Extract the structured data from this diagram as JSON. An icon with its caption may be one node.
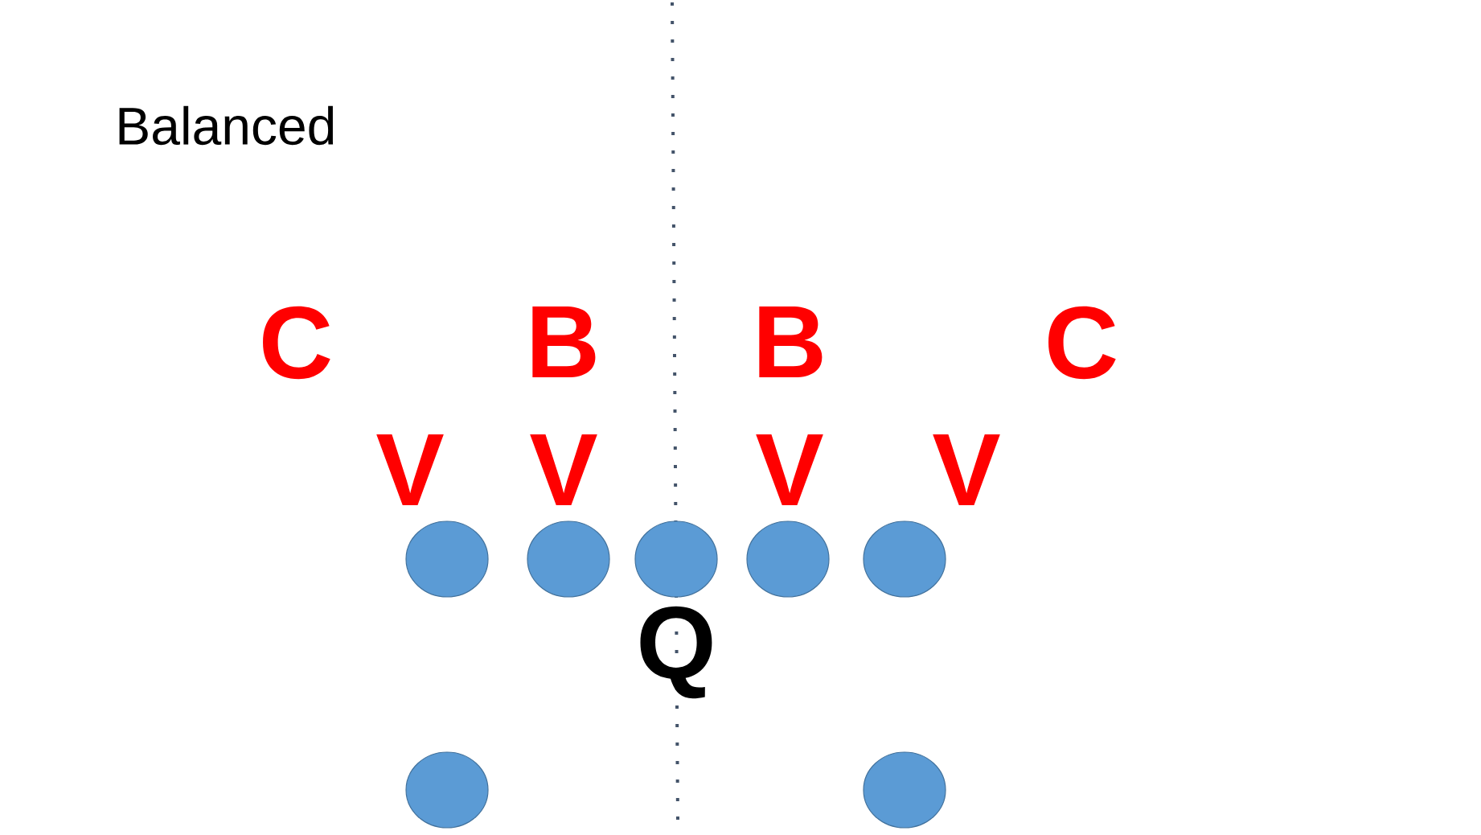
{
  "diagram": {
    "title": "Balanced",
    "nodes": [
      {
        "text": [],
        "shape": "circle"
      },
      {
        "text": [],
        "shape": "circle"
      },
      {
        "text": [],
        "shape": "circle"
      },
      {
        "text": [],
        "shape": "circle"
      },
      {
        "text": [],
        "shape": "circle"
      },
      {
        "text": [],
        "shape": "circle"
      },
      {
        "text": [],
        "shape": "circle"
      }
    ],
    "labels": [
      "C",
      "B",
      "B",
      "C",
      "V",
      "V",
      "V",
      "V",
      "Q"
    ]
  }
}
